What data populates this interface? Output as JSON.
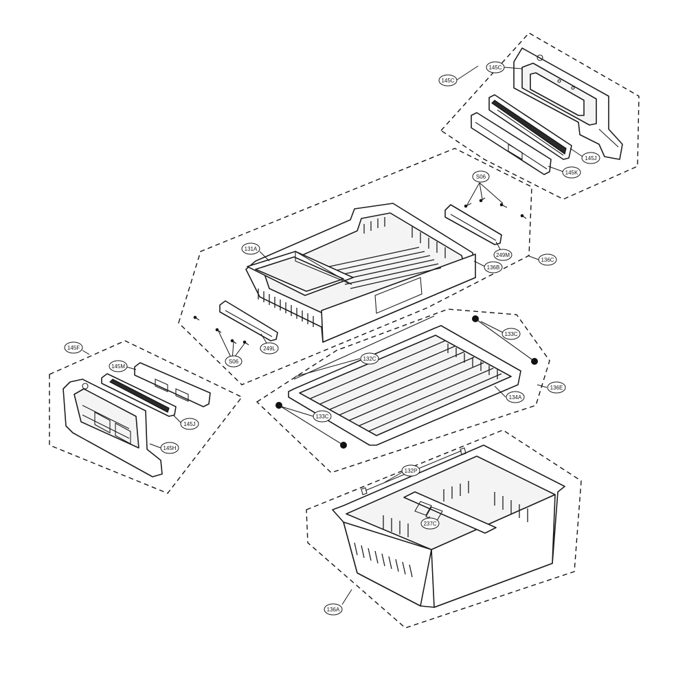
{
  "callouts": [
    {
      "id": "145C_a",
      "text": "145C"
    },
    {
      "id": "145C_b",
      "text": "145C"
    },
    {
      "id": "145J_a",
      "text": "145J"
    },
    {
      "id": "145K",
      "text": "145K"
    },
    {
      "id": "S06_a",
      "text": "S06"
    },
    {
      "id": "249M",
      "text": "249M"
    },
    {
      "id": "136C",
      "text": "136C"
    },
    {
      "id": "136B",
      "text": "136B"
    },
    {
      "id": "131A",
      "text": "131A"
    },
    {
      "id": "249L",
      "text": "249L"
    },
    {
      "id": "S06_b",
      "text": "S06"
    },
    {
      "id": "133C_a",
      "text": "133C"
    },
    {
      "id": "132C",
      "text": "132C"
    },
    {
      "id": "134A",
      "text": "134A"
    },
    {
      "id": "136E",
      "text": "136E"
    },
    {
      "id": "133C_b",
      "text": "133C"
    },
    {
      "id": "145F",
      "text": "145F"
    },
    {
      "id": "145M",
      "text": "145M"
    },
    {
      "id": "145J_b",
      "text": "145J"
    },
    {
      "id": "145H",
      "text": "145H"
    },
    {
      "id": "132P",
      "text": "132P"
    },
    {
      "id": "237C",
      "text": "237C"
    },
    {
      "id": "136A",
      "text": "136A"
    }
  ]
}
